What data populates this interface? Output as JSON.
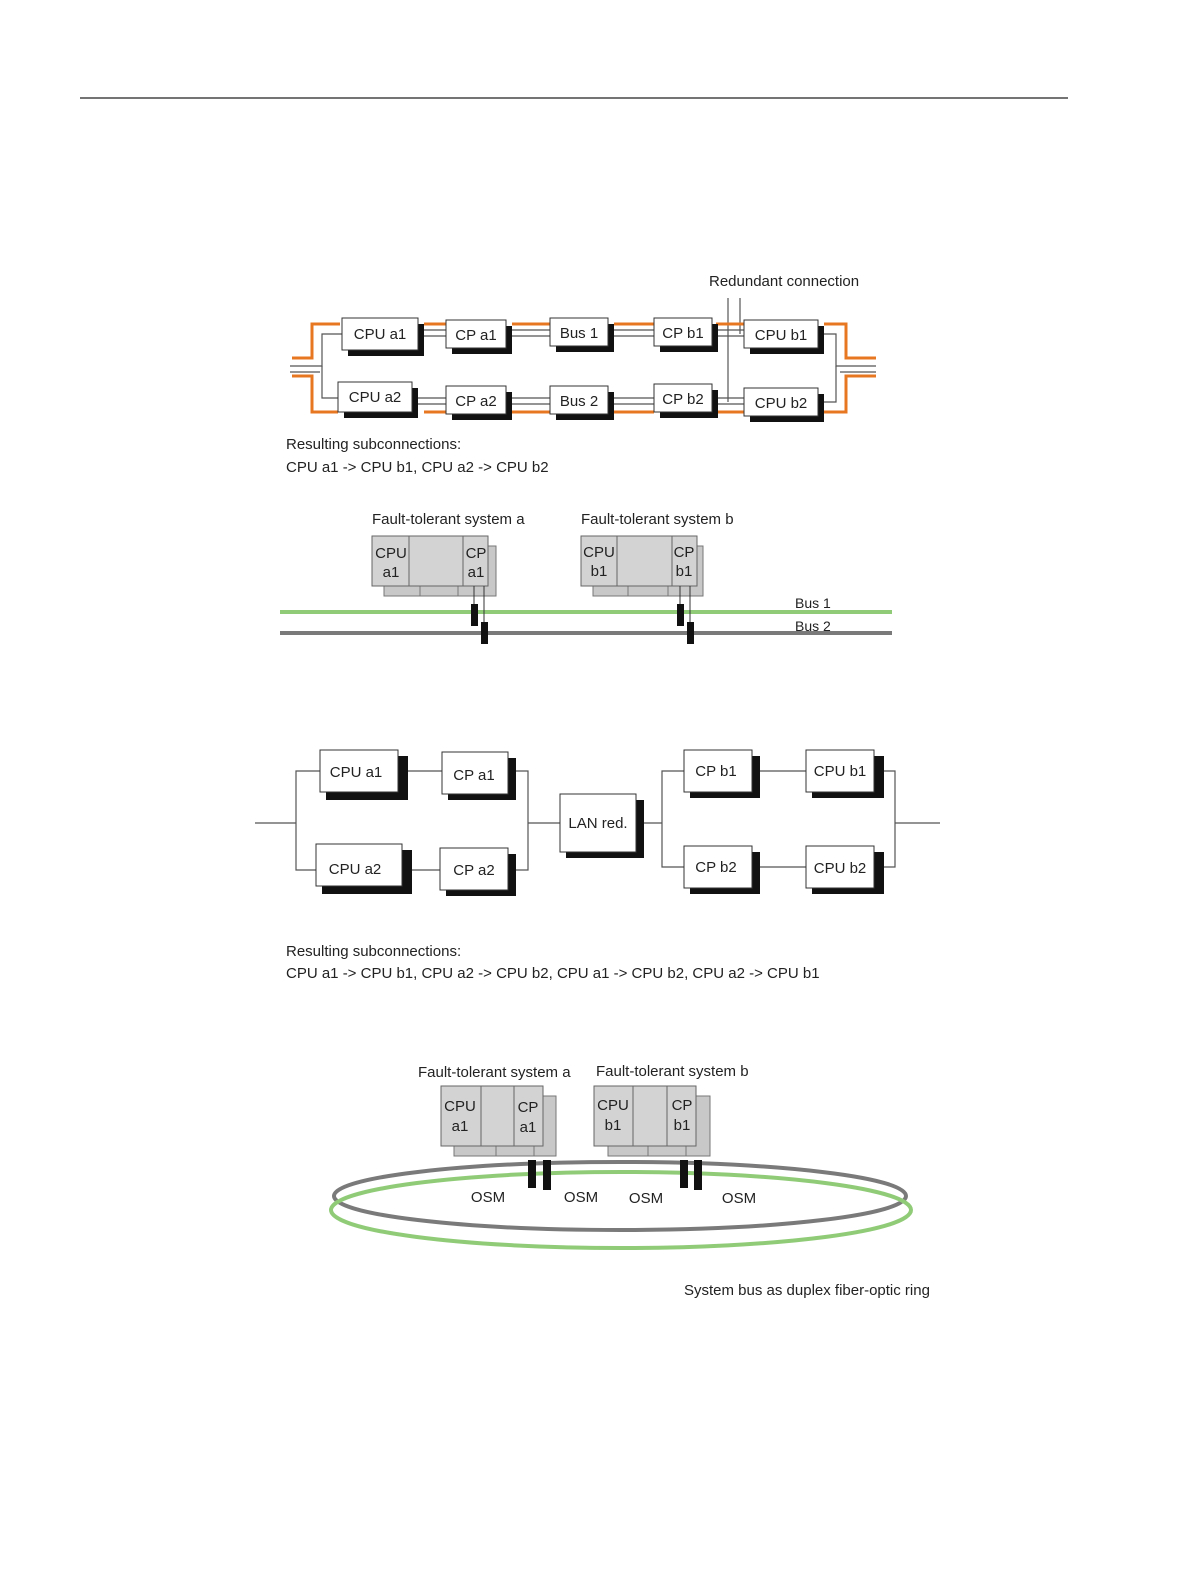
{
  "diagram1": {
    "redundant_label": "Redundant connection",
    "boxes": {
      "cpu_a1": "CPU a1",
      "cp_a1": "CP a1",
      "bus1": "Bus 1",
      "cp_b1": "CP b1",
      "cpu_b1": "CPU b1",
      "cpu_a2": "CPU a2",
      "cp_a2": "CP a2",
      "bus2": "Bus 2",
      "cp_b2": "CP b2",
      "cpu_b2": "CPU b2"
    },
    "caption_title": "Resulting subconnections:",
    "caption_text": "CPU a1 -> CPU b1, CPU a2 -> CPU b2",
    "colors": {
      "path": "#e87722"
    }
  },
  "diagram2": {
    "system_a": "Fault-tolerant system a",
    "system_b": "Fault-tolerant system b",
    "a_cpu": [
      "CPU",
      "a1"
    ],
    "a_cp": [
      "CP",
      "a1"
    ],
    "b_cpu": [
      "CPU",
      "b1"
    ],
    "b_cp": [
      "CP",
      "b1"
    ],
    "bus1": "Bus 1",
    "bus2": "Bus 2",
    "colors": {
      "bus1": "#90cc78",
      "bus2": "#7a7a7a"
    }
  },
  "diagram3": {
    "boxes": {
      "cpu_a1": "CPU a1",
      "cp_a1": "CP a1",
      "cpu_a2": "CPU a2",
      "cp_a2": "CP a2",
      "lan": "LAN red.",
      "cp_b1": "CP b1",
      "cpu_b1": "CPU b1",
      "cp_b2": "CP b2",
      "cpu_b2": "CPU b2"
    },
    "caption_title": "Resulting subconnections:",
    "caption_text": "CPU a1 -> CPU b1, CPU a2 -> CPU b2, CPU a1 -> CPU b2, CPU a2 -> CPU b1"
  },
  "diagram4": {
    "system_a": "Fault-tolerant system a",
    "system_b": "Fault-tolerant system b",
    "a_cpu": [
      "CPU",
      "a1"
    ],
    "a_cp": [
      "CP",
      "a1"
    ],
    "b_cpu": [
      "CPU",
      "b1"
    ],
    "b_cp": [
      "CP",
      "b1"
    ],
    "osm": [
      "OSM",
      "OSM",
      "OSM",
      "OSM"
    ],
    "caption": "System bus as duplex fiber-optic ring",
    "colors": {
      "ring_green": "#90cc78",
      "ring_grey": "#7a7a7a"
    }
  }
}
